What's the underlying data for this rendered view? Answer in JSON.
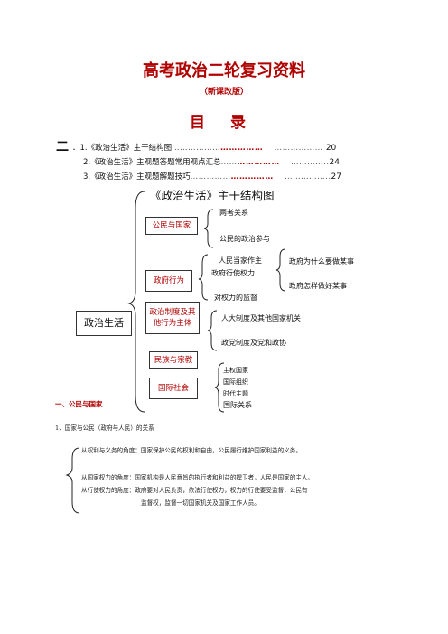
{
  "header": {
    "title": "高考政治二轮复习资料",
    "subtitle": "（新课改版）",
    "mulu": "目录"
  },
  "toc": {
    "mark": "二",
    "items": [
      {
        "label": "．1.《政治生活》主干结构图",
        "dots1": "………………",
        "dots2": "……………",
        "dots3": "……………… ",
        "page": "20"
      },
      {
        "label": "2.《政治生活》主观题答题常用观点汇总",
        "dots1": "……",
        "dots2": "……………",
        "dots3": "…………..",
        "page": "24"
      },
      {
        "label": "3.《政治生活》主观题解题技巧",
        "dots1": "……………",
        "dots2": "……………",
        "dots3": "……………..",
        "page": "27"
      }
    ]
  },
  "mindmap": {
    "title": "《政治生活》主干结构图",
    "root": "政治生活",
    "branches": [
      {
        "label": "公民与国家",
        "leaves": [
          "两者关系",
          "公民的政治参与"
        ]
      },
      {
        "label": "政府行为",
        "leaves": [
          "人民当家作主",
          "政府行使权力",
          "政府为什么要做某事",
          "政府怎样做好某事",
          "对权力的监督"
        ]
      },
      {
        "label": "政治制度及其他行为主体",
        "label_lines": [
          "政治制度及其",
          "他行为主体"
        ],
        "leaves": [
          "人大制度及其他国家机关",
          "政党制度及党和政协"
        ]
      },
      {
        "label": "民族与宗教",
        "leaves": []
      },
      {
        "label": "国际社会",
        "leaves": [
          "主权国家",
          "国际组织",
          "时代主题",
          "国际关系"
        ]
      }
    ]
  },
  "section1": {
    "heading": "一、公民与国家",
    "subheading": "1、国家与公民（政府与人民）的关系",
    "lines": [
      "从权利与义务的角度：国家保护公民的权利和自由，公民履行维护国家利益的义务。",
      "从国家权力的角度：国家机构是人民意旨的执行者和利益的捍卫者，人民是国家的主人。",
      "从行使权力的角度：政府要对人民负责，依法行使权力，权力的行使要受监督，公民有",
      "监督权，监督一切国家机关及国家工作人员。"
    ]
  }
}
